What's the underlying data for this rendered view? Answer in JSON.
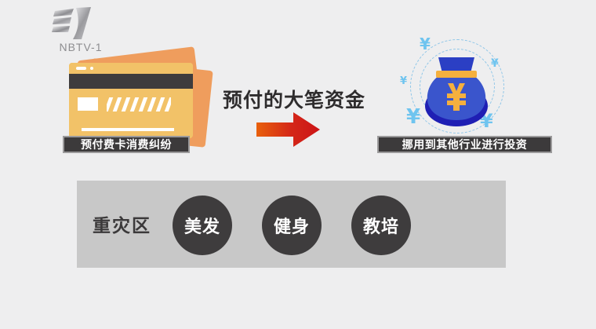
{
  "broadcast": {
    "channel_name": "NBTV-1",
    "logo_icon": "nbtv-channel-logo-icon",
    "background_color": "#eeeeef"
  },
  "flow": {
    "left_item": {
      "illustration_icon": "credit-card-icon",
      "banner_label": "预付费卡消费纠纷"
    },
    "center_item": {
      "caption": "预付的大笔资金",
      "arrow_icon": "right-arrow-icon",
      "arrow_color_start": "#e8600c",
      "arrow_color_end": "#cc1417"
    },
    "right_item": {
      "illustration_icon": "money-bag-icon",
      "currency_symbol": "¥",
      "banner_label": "挪用到其他行业进行投资",
      "bag_color": "#3a55cc",
      "bag_shadow_color": "#1f1fb4",
      "accent_color": "#f5b03e",
      "orbit_symbol_color": "#6fc4ef"
    }
  },
  "panel": {
    "background_color": "#c8c8c8",
    "label": "重灾区",
    "bubbles": [
      {
        "label": "美发"
      },
      {
        "label": "健身"
      },
      {
        "label": "教培"
      }
    ]
  }
}
